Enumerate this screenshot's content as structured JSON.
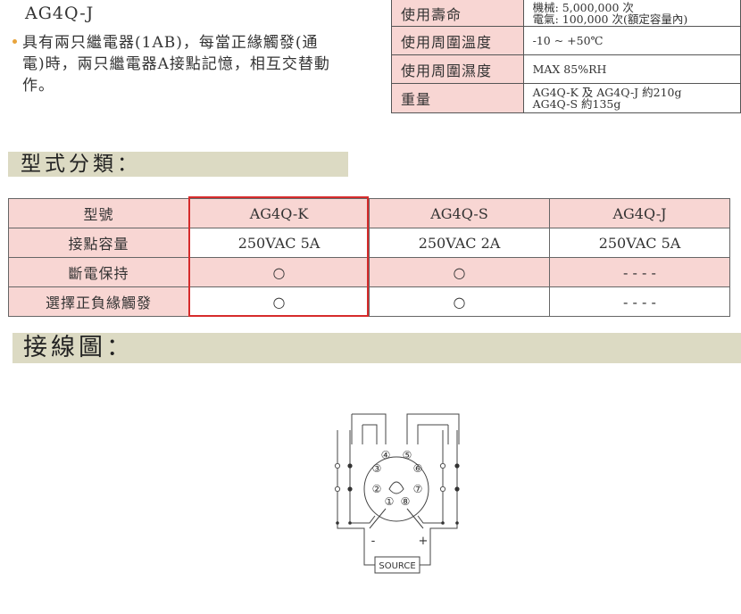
{
  "header": {
    "model": "AG4Q-J",
    "bullet": "具有兩只繼電器(1AB)，每當正緣觸發(通電)時，兩只繼電器A接點記憶，相互交替動作。",
    "bullet_color": "#e8a43c"
  },
  "specs": [
    {
      "label": "使用壽命",
      "lines": [
        "機械: 5,000,000 次",
        "電氣:    100,000 次(額定容量內)"
      ]
    },
    {
      "label": "使用周圍溫度",
      "lines": [
        "-10 ~ +50℃"
      ]
    },
    {
      "label": "使用周圍濕度",
      "lines": [
        "MAX 85%RH"
      ]
    },
    {
      "label": "重量",
      "lines": [
        "AG4Q-K 及 AG4Q-J 約210g",
        "AG4Q-S 約135g"
      ]
    }
  ],
  "sections": {
    "classification": "型式分類：",
    "wiring": "接線圖："
  },
  "type_table": {
    "headers": [
      "型號",
      "AG4Q-K",
      "AG4Q-S",
      "AG4Q-J"
    ],
    "rows": [
      [
        "接點容量",
        "250VAC 5A",
        "250VAC 2A",
        "250VAC 5A"
      ],
      [
        "斷電保持",
        "○",
        "○",
        "- - - -"
      ],
      [
        "選擇正負緣觸發",
        "○",
        "○",
        "- - - -"
      ]
    ],
    "highlight_color": "#d62b2b",
    "row_color": "#f8d6d3"
  },
  "wiring_diagram": {
    "pins": [
      "④",
      "⑤",
      "③",
      "⑥",
      "②",
      "⑦",
      "①",
      "⑧"
    ],
    "minus": "-",
    "plus": "+",
    "source_label": "SOURCE"
  },
  "colors": {
    "section_bar": "#dcdac3",
    "label_cell": "#f8d6d3"
  }
}
